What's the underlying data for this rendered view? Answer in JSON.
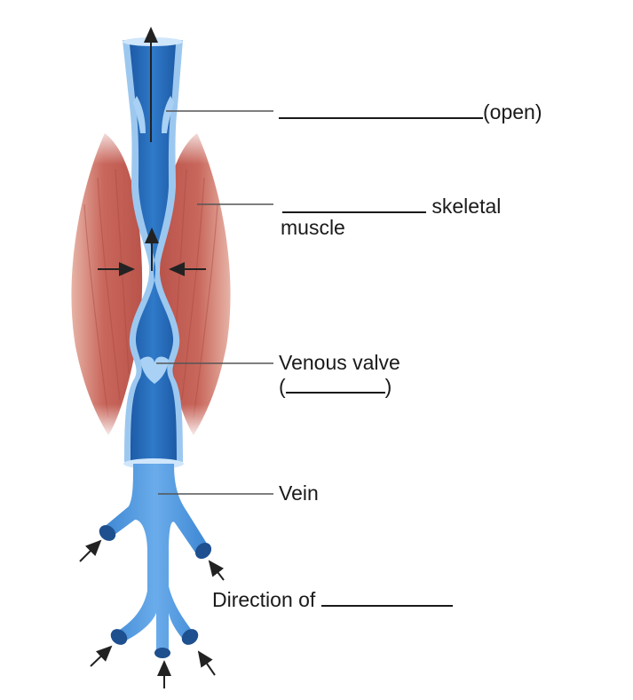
{
  "labels": {
    "valve_open_suffix": "(open)",
    "muscle_word1": "skeletal",
    "muscle_word2": "muscle",
    "venous_valve_line1": "Venous valve",
    "venous_valve_open_paren": "(",
    "venous_valve_close_paren": ")",
    "vein": "Vein",
    "direction_prefix": "Direction of"
  },
  "colors": {
    "vein_dark": "#1f5fae",
    "vein_mid": "#2f78c8",
    "vein_light": "#5da4e6",
    "vein_pale": "#cfe6fb",
    "muscle": "#c9675c",
    "muscle_light": "#e2a496",
    "leader_line": "#555555",
    "arrow": "#222222"
  }
}
